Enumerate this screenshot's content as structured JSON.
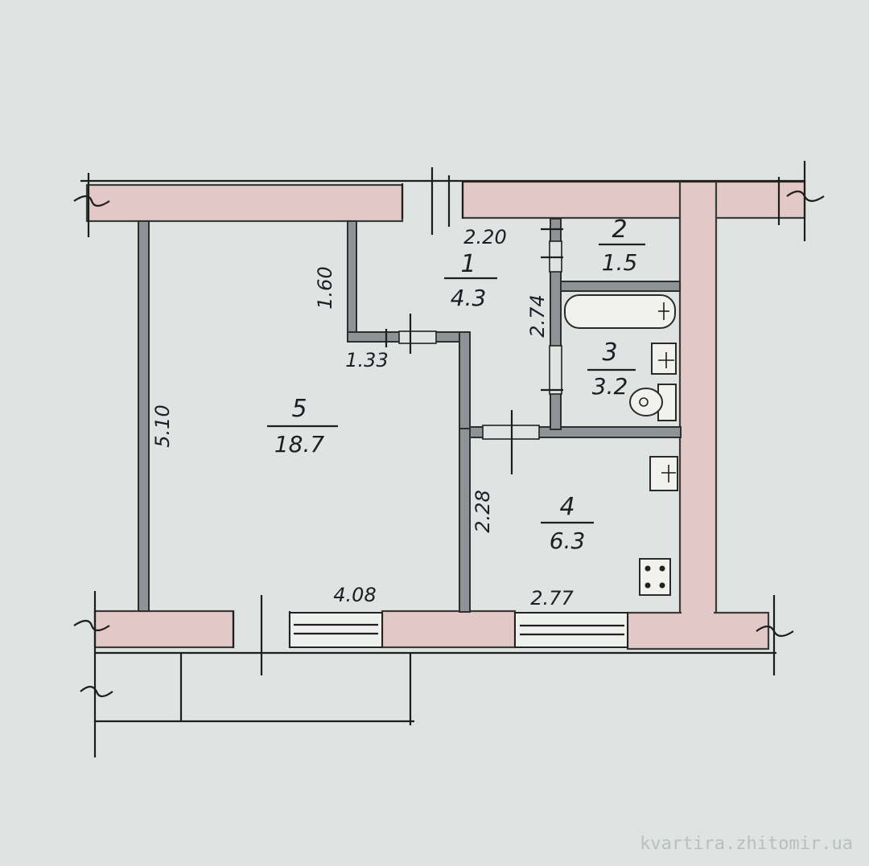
{
  "rooms": [
    {
      "number": "1",
      "area": "4.3"
    },
    {
      "number": "2",
      "area": "1.5"
    },
    {
      "number": "3",
      "area": "3.2"
    },
    {
      "number": "4",
      "area": "6.3"
    },
    {
      "number": "5",
      "area": "18.7"
    }
  ],
  "dimensions": {
    "hall_width": "2.20",
    "hall_notch_height": "1.60",
    "hall_notch_width": "1.33",
    "bath_height": "2.74",
    "living_height": "5.10",
    "kitchen_height": "2.28",
    "living_width": "4.08",
    "kitchen_width": "2.77"
  },
  "watermark": "kvartira.zhitomir.ua"
}
